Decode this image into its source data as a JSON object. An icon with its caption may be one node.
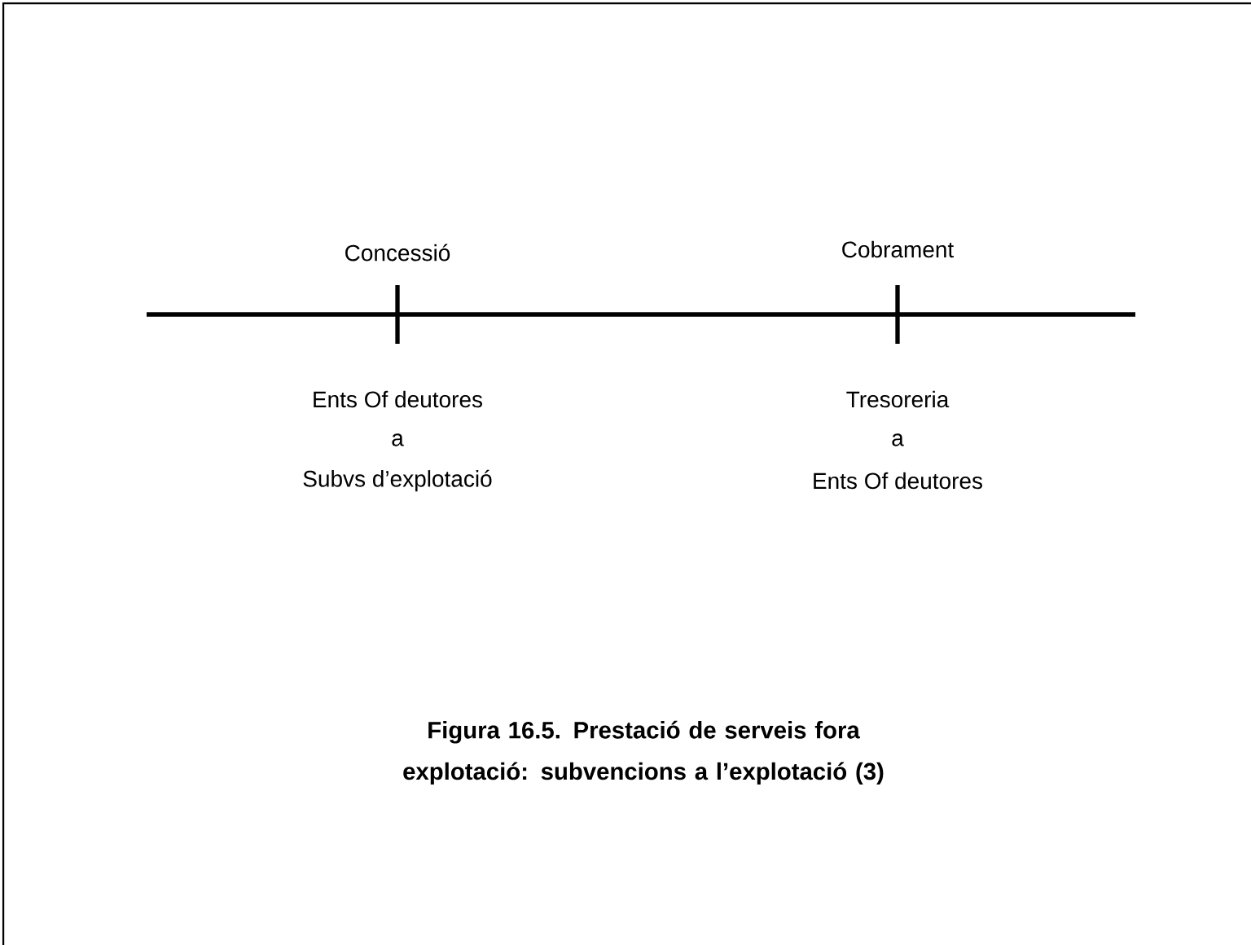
{
  "diagram": {
    "caption": "Figura 16.5. Prestació de serveis fora explotació: subvencions a l’explotació (3)",
    "labels": [
      "Concessió",
      "Cobrament",
      "Ents Of deutores",
      "Tresoreria",
      "a",
      "a",
      "Subvs d’explotació",
      "Ents Of deutores"
    ]
  }
}
